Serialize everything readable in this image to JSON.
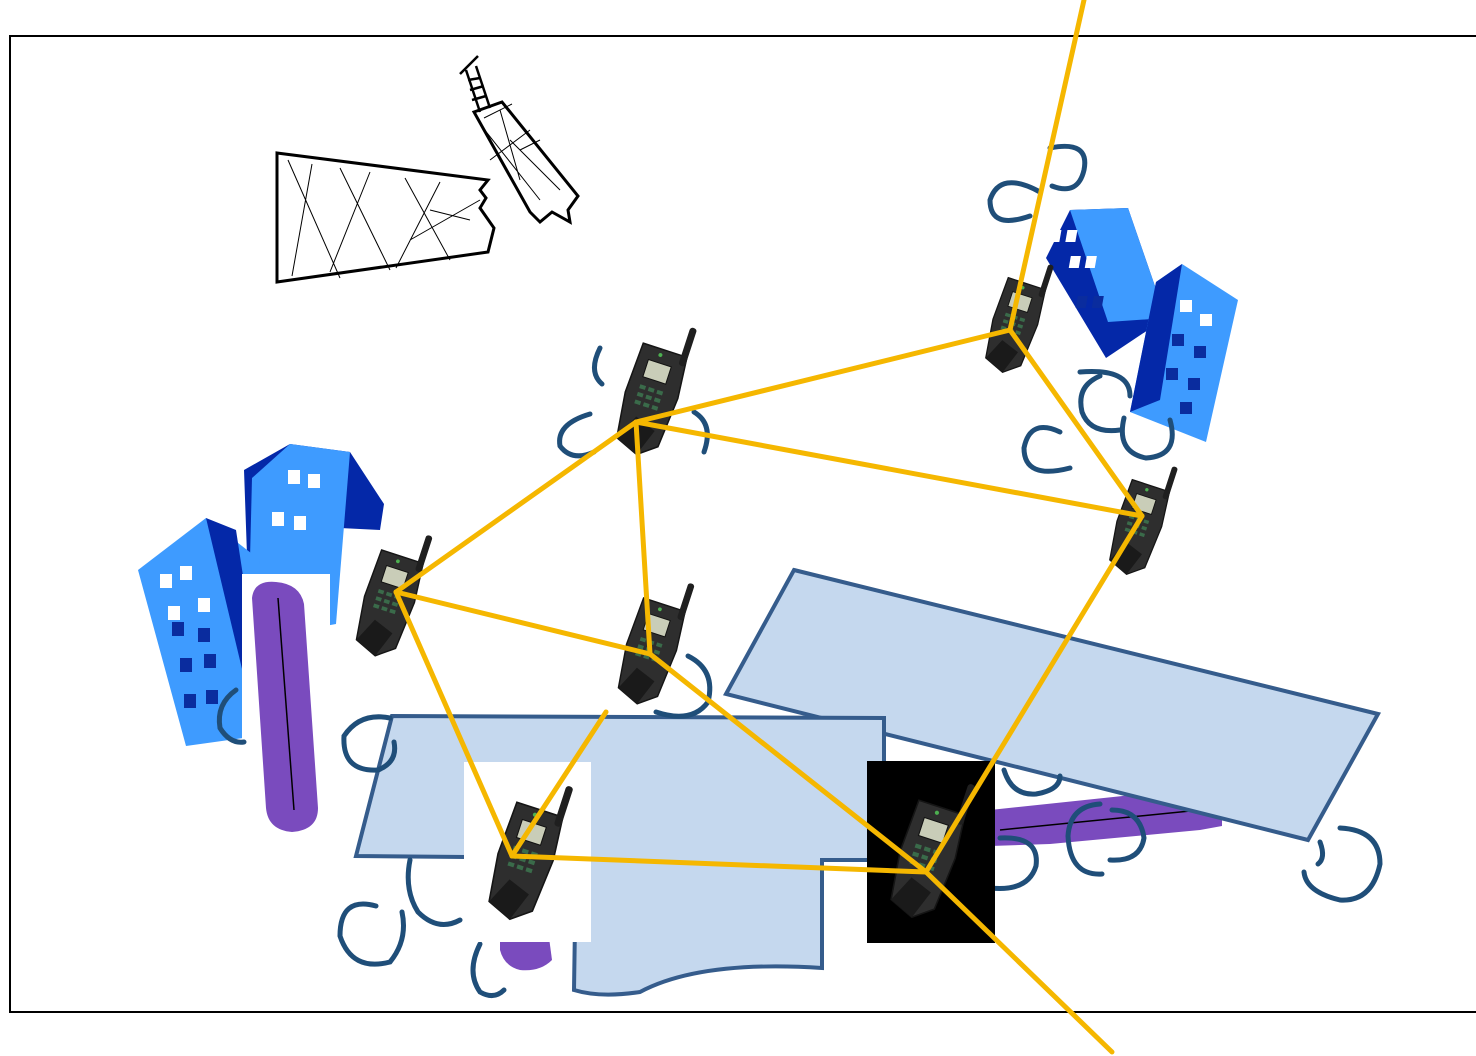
{
  "diagram": {
    "type": "mobile-ad-hoc-network",
    "colors": {
      "frame": "#000000",
      "link": "#F5B700",
      "terrain_fill": "#C5D8EE",
      "terrain_stroke": "#355C8C",
      "building_light": "#3E9BFF",
      "building_dark": "#0428A8",
      "window": "#0A2C9E",
      "obstacle_purple": "#7A4BBE",
      "squiggle": "#1F4E79",
      "phone_body": "#2E2E2E",
      "phone_screen": "#C9CDB8",
      "highlight_bg": "#000000"
    },
    "icons": [
      "mobile-phone-icon",
      "building-icon",
      "radio-tower-icon",
      "squiggle-icon"
    ],
    "nodes": [
      {
        "id": "phone-center-top"
      },
      {
        "id": "phone-right-top"
      },
      {
        "id": "phone-right-mid"
      },
      {
        "id": "phone-left"
      },
      {
        "id": "phone-center"
      },
      {
        "id": "phone-bottom-left",
        "background": "white"
      },
      {
        "id": "phone-bottom-right",
        "background": "black",
        "highlighted": true
      }
    ],
    "links": [
      [
        "phone-center-top",
        "phone-right-top"
      ],
      [
        "phone-center-top",
        "phone-right-mid"
      ],
      [
        "phone-center-top",
        "phone-left"
      ],
      [
        "phone-center-top",
        "phone-center"
      ],
      [
        "phone-right-top",
        "phone-right-mid"
      ],
      [
        "phone-right-top",
        "external-top"
      ],
      [
        "phone-right-mid",
        "phone-bottom-right"
      ],
      [
        "phone-left",
        "phone-center"
      ],
      [
        "phone-left",
        "phone-bottom-left"
      ],
      [
        "phone-center",
        "phone-bottom-right"
      ],
      [
        "phone-bottom-left",
        "phone-bottom-right"
      ],
      [
        "phone-bottom-left",
        "relay-stub"
      ],
      [
        "phone-bottom-right",
        "external-bottom"
      ]
    ]
  }
}
